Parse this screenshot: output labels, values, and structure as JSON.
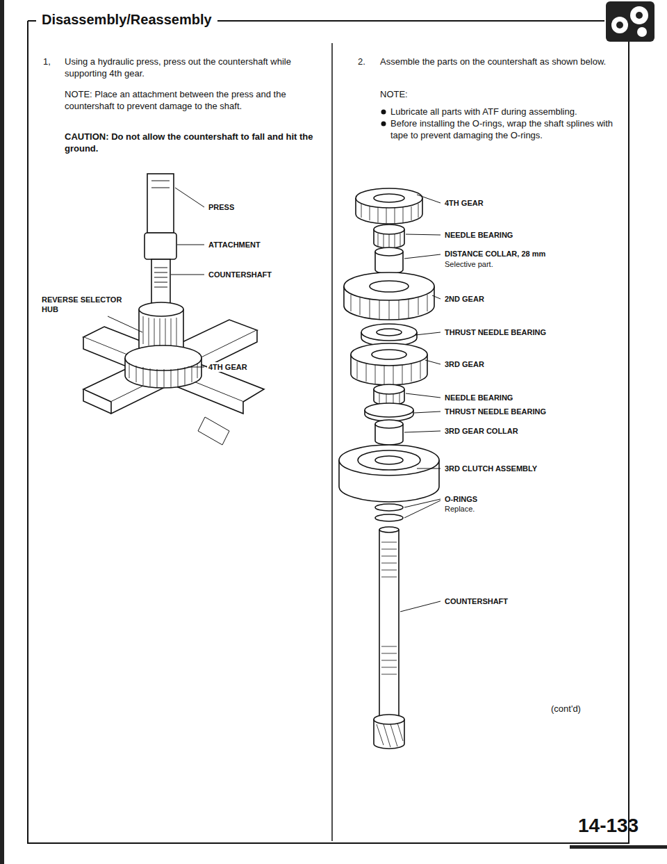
{
  "diagram": {
    "title": "Disassembly/Reassembly",
    "labels": [
      "1,",
      "Using a hydraulic press, press out the countershaft while supporting 4th gear.",
      "NOTE: Place an attachment between the press and the countershaft to prevent damage to the shaft.",
      "CAUTION: Do not allow the countershaft to fall and hit the ground.",
      "PRESS",
      "ATTACHMENT",
      "COUNTERSHAFT",
      "REVERSE SELECTOR HUB",
      "4TH GEAR",
      "2.",
      "Assemble the parts on the countershaft as shown below.",
      "NOTE:",
      "Lubricate all parts with ATF during assembling.",
      "Before installing the O-rings, wrap the shaft splines with tape to prevent damaging the O-rings.",
      "4TH GEAR",
      "NEEDLE BEARING",
      "DISTANCE COLLAR, 28 mm",
      "Selective part.",
      "2ND GEAR",
      "THRUST NEEDLE BEARING",
      "3RD GEAR",
      "NEEDLE BEARING",
      "THRUST NEEDLE BEARING",
      "3RD GEAR COLLAR",
      "3RD CLUTCH ASSEMBLY",
      "O-RINGS",
      "Replace.",
      "COUNTERSHAFT",
      "(cont'd)",
      "14-133"
    ]
  }
}
